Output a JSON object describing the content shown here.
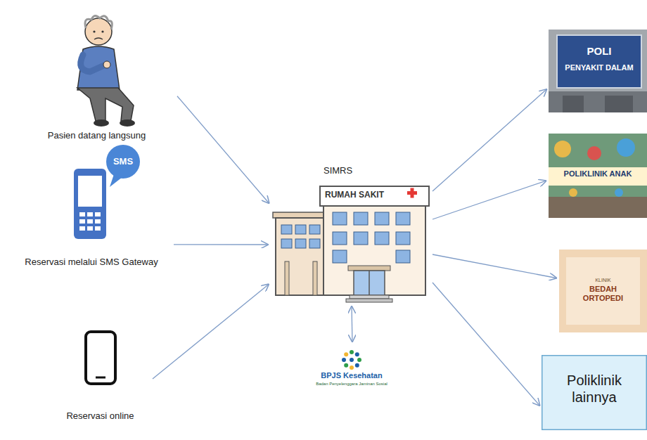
{
  "diagram": {
    "nodes": [
      {
        "text": [
          "Pasien datang langsung"
        ]
      },
      {
        "text": [
          "SMS",
          "Reservasi melalui SMS Gateway"
        ]
      },
      {
        "text": [
          "Reservasi online"
        ]
      },
      {
        "text": [
          "SIMRS",
          "RUMAH SAKIT"
        ]
      },
      {
        "text": [
          "BPJS Kesehatan",
          "Badan Penyelenggara Jaminan Sosial"
        ]
      },
      {
        "text": [
          "POLI",
          "PENYAKIT DALAM"
        ]
      },
      {
        "text": [
          "POLIKLINIK ANAK"
        ]
      },
      {
        "text": [
          "KLINIK",
          "BEDAH ORTOPEDI"
        ]
      },
      {
        "text": [
          "Poliklinik lainnya"
        ]
      }
    ],
    "edges": [
      {
        "from": 0,
        "to": 3,
        "arrow": "to"
      },
      {
        "from": 1,
        "to": 3,
        "arrow": "to"
      },
      {
        "from": 2,
        "to": 3,
        "arrow": "to"
      },
      {
        "from": 3,
        "to": 4,
        "arrow": "both"
      },
      {
        "from": 3,
        "to": 5,
        "arrow": "to"
      },
      {
        "from": 3,
        "to": 6,
        "arrow": "to"
      },
      {
        "from": 3,
        "to": 7,
        "arrow": "to"
      },
      {
        "from": 3,
        "to": 8,
        "arrow": "to"
      }
    ]
  }
}
